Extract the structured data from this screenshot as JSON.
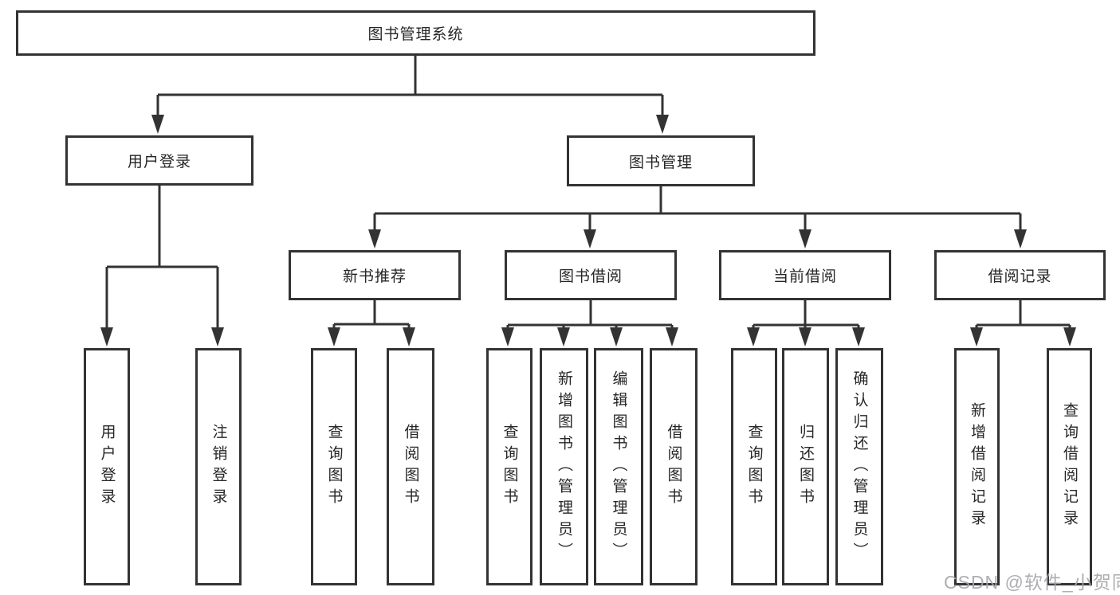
{
  "diagram": {
    "root": {
      "label": "图书管理系统"
    },
    "level2": [
      {
        "label": "用户登录",
        "children": [
          {
            "label": "用户登录"
          },
          {
            "label": "注销登录"
          }
        ]
      },
      {
        "label": "图书管理",
        "children": [
          {
            "label": "新书推荐",
            "children": [
              {
                "label": "查询图书"
              },
              {
                "label": "借阅图书"
              }
            ]
          },
          {
            "label": "图书借阅",
            "children": [
              {
                "label": "查询图书"
              },
              {
                "label": "新增图书（管理员）"
              },
              {
                "label": "编辑图书（管理员）"
              },
              {
                "label": "借阅图书"
              }
            ]
          },
          {
            "label": "当前借阅",
            "children": [
              {
                "label": "查询图书"
              },
              {
                "label": "归还图书"
              },
              {
                "label": "确认归还（管理员）"
              }
            ]
          },
          {
            "label": "借阅记录",
            "children": [
              {
                "label": "新增借阅记录"
              },
              {
                "label": "查询借阅记录"
              }
            ]
          }
        ]
      }
    ]
  },
  "watermark": {
    "text": "CSDN @软件_小贺同学"
  },
  "colors": {
    "line": "#333333",
    "box_border": "#333333",
    "text": "#262626",
    "watermark": "#a6a6aa",
    "background": "#ffffff"
  }
}
